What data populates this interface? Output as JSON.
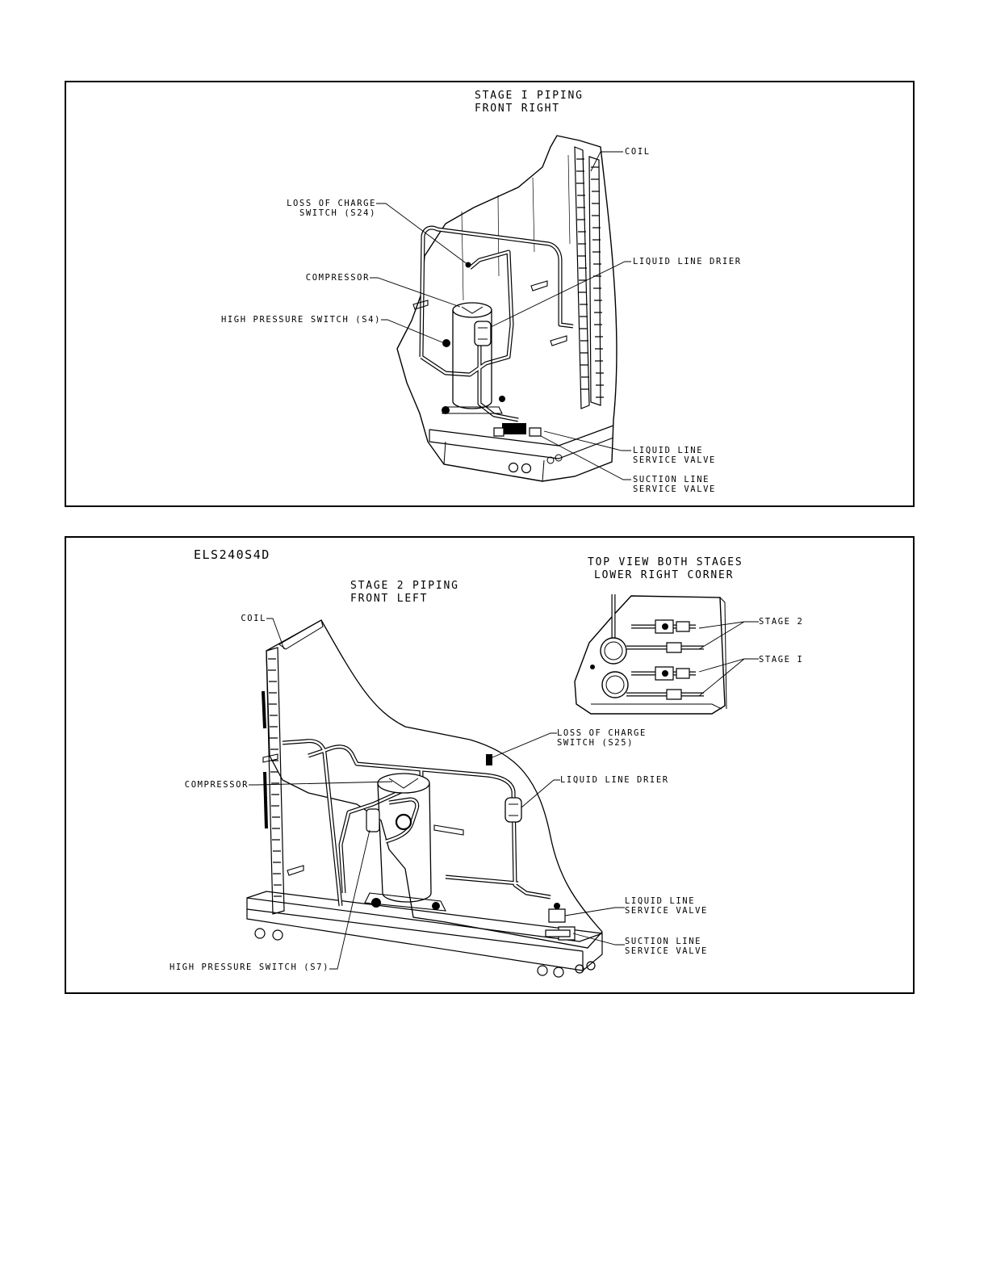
{
  "panel1": {
    "title_line1": "STAGE I PIPING",
    "title_line2": "FRONT RIGHT",
    "labels": {
      "coil": "COIL",
      "loss_of_charge_1": "LOSS OF CHARGE",
      "loss_of_charge_2": "SWITCH (S24)",
      "liquid_line_drier": "LIQUID LINE DRIER",
      "compressor": "COMPRESSOR",
      "high_pressure_switch": "HIGH PRESSURE SWITCH (S4)",
      "liquid_service_1": "LIQUID LINE",
      "liquid_service_2": "SERVICE VALVE",
      "suction_service_1": "SUCTION LINE",
      "suction_service_2": "SERVICE VALVE"
    }
  },
  "panel2": {
    "model": "ELS240S4D",
    "title_line1": "STAGE 2 PIPING",
    "title_line2": "FRONT LEFT",
    "inset_title_line1": "TOP VIEW BOTH STAGES",
    "inset_title_line2": "LOWER RIGHT CORNER",
    "labels": {
      "stage2": "STAGE 2",
      "stage1": "STAGE I",
      "coil": "COIL",
      "loss_of_charge_1": "LOSS OF CHARGE",
      "loss_of_charge_2": "SWITCH (S25)",
      "compressor": "COMPRESSOR",
      "liquid_line_drier": "LIQUID LINE DRIER",
      "liquid_service_1": "LIQUID LINE",
      "liquid_service_2": "SERVICE VALVE",
      "suction_service_1": "SUCTION LINE",
      "suction_service_2": "SERVICE VALVE",
      "high_pressure_switch": "HIGH PRESSURE SWITCH (S7)"
    }
  }
}
